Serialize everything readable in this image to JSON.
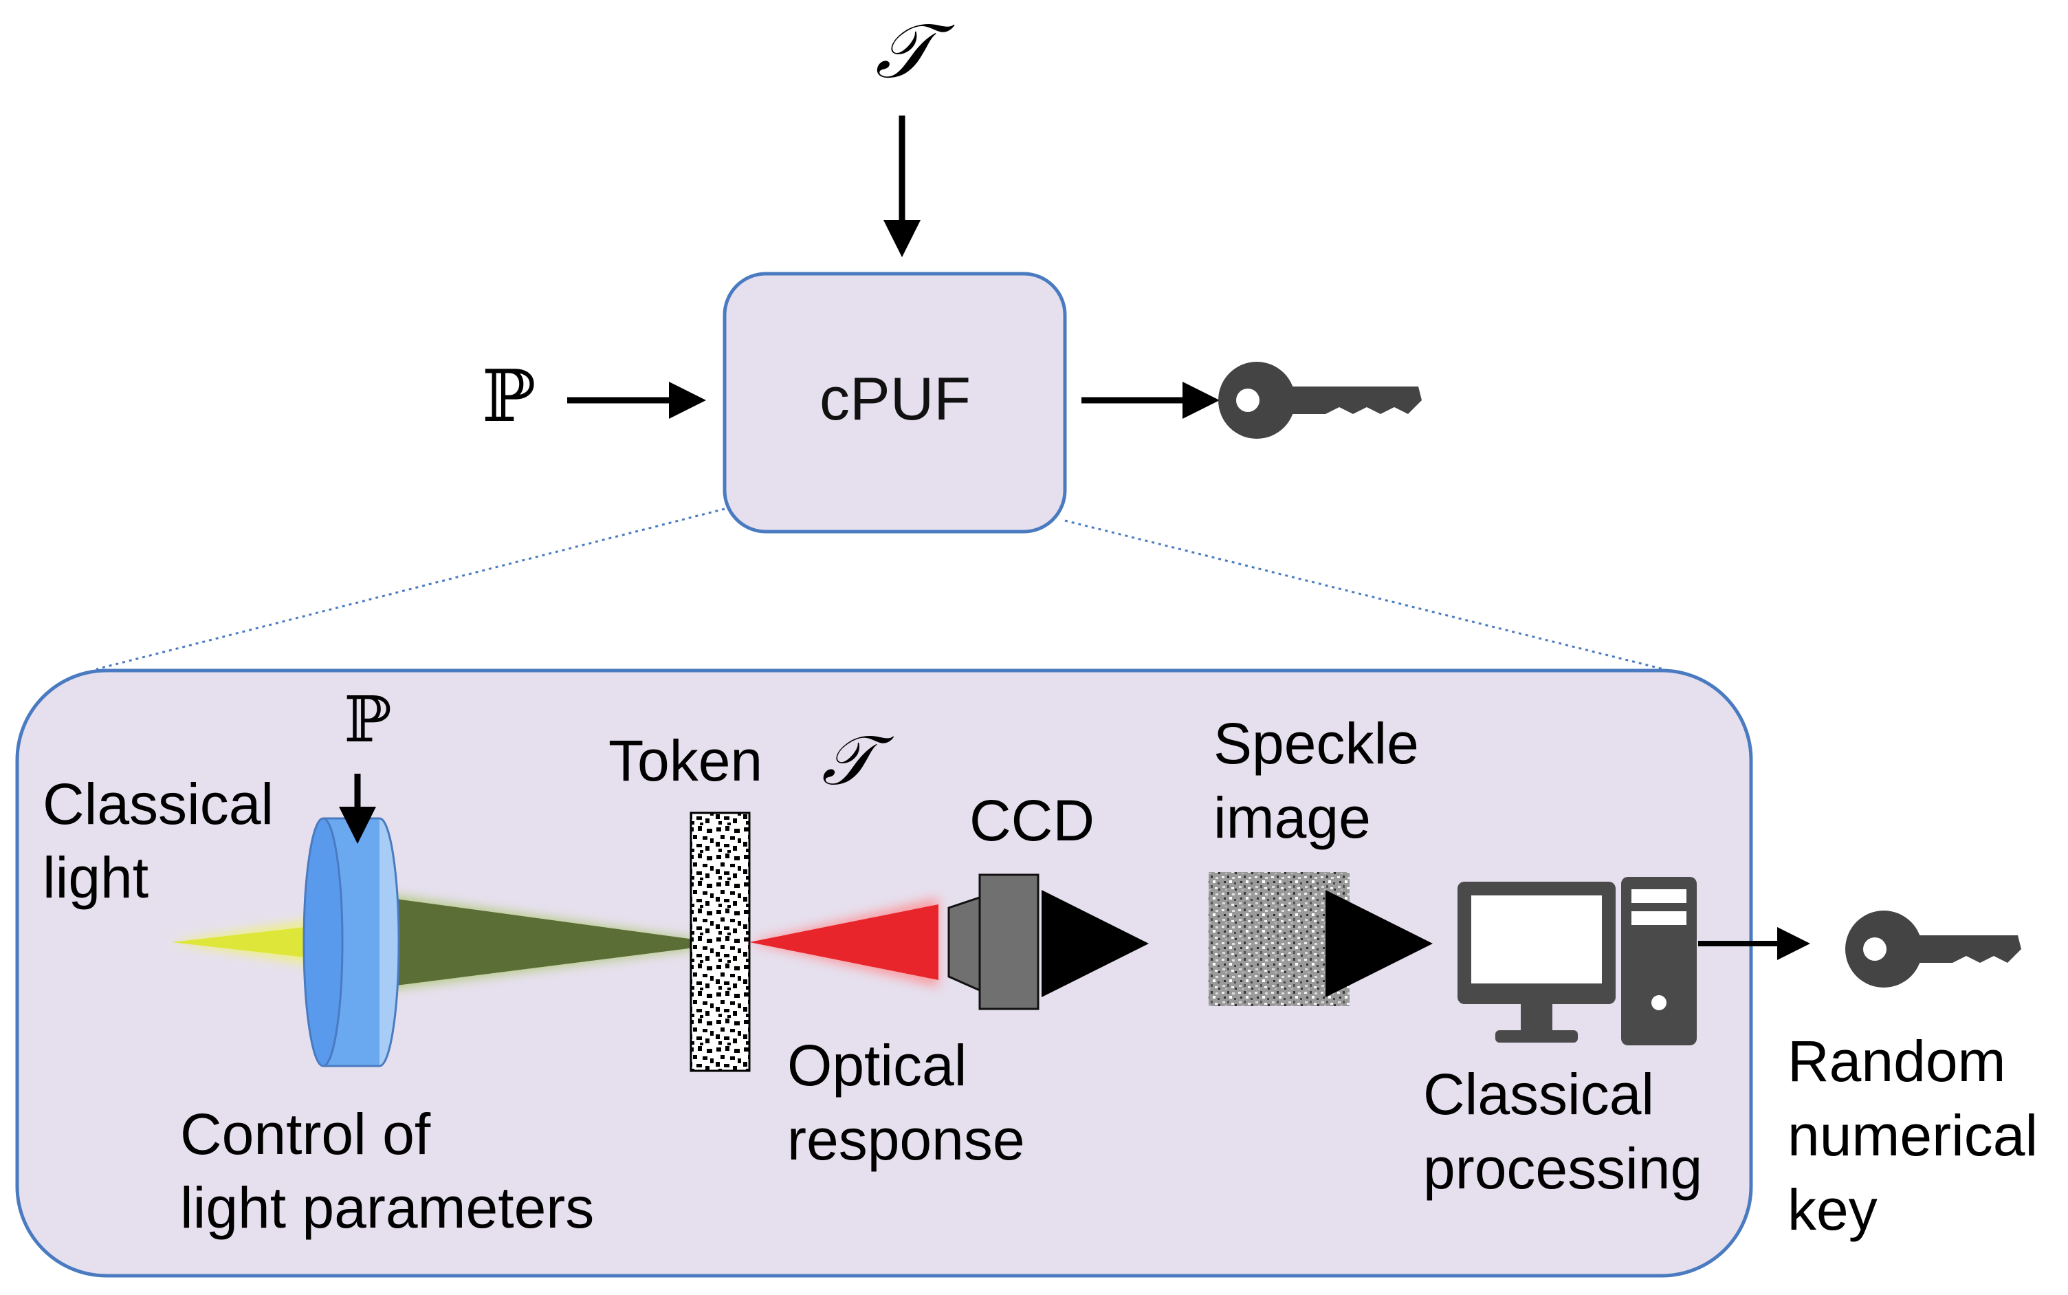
{
  "top": {
    "token_symbol": "𝒯",
    "param_symbol": "ℙ",
    "box_label": "cPUF"
  },
  "detail": {
    "param_symbol": "ℙ",
    "classical_light": [
      "Classical",
      "light"
    ],
    "token_label": "Token",
    "token_symbol": "𝒯",
    "ccd_label": "CCD",
    "speckle_label": [
      "Speckle",
      "image"
    ],
    "optical_response": [
      "Optical",
      "response"
    ],
    "control_label": [
      "Control of",
      "light parameters"
    ],
    "processing_label": [
      "Classical",
      "processing"
    ],
    "key_label": [
      "Random",
      "numerical",
      "key"
    ]
  },
  "icons": [
    "key-icon",
    "computer-icon",
    "lens-icon",
    "token-icon",
    "ccd-icon"
  ],
  "colors": {
    "box_fill": "#e6e0ee",
    "box_stroke": "#4a7bc0",
    "yellow_beam": "#dfe63a",
    "green_beam": "#5b6e35",
    "red_beam": "#e8252a",
    "lens_fill": "#6aa8f0",
    "icon_gray": "#4a4a4a",
    "ccd_gray": "#707070"
  }
}
